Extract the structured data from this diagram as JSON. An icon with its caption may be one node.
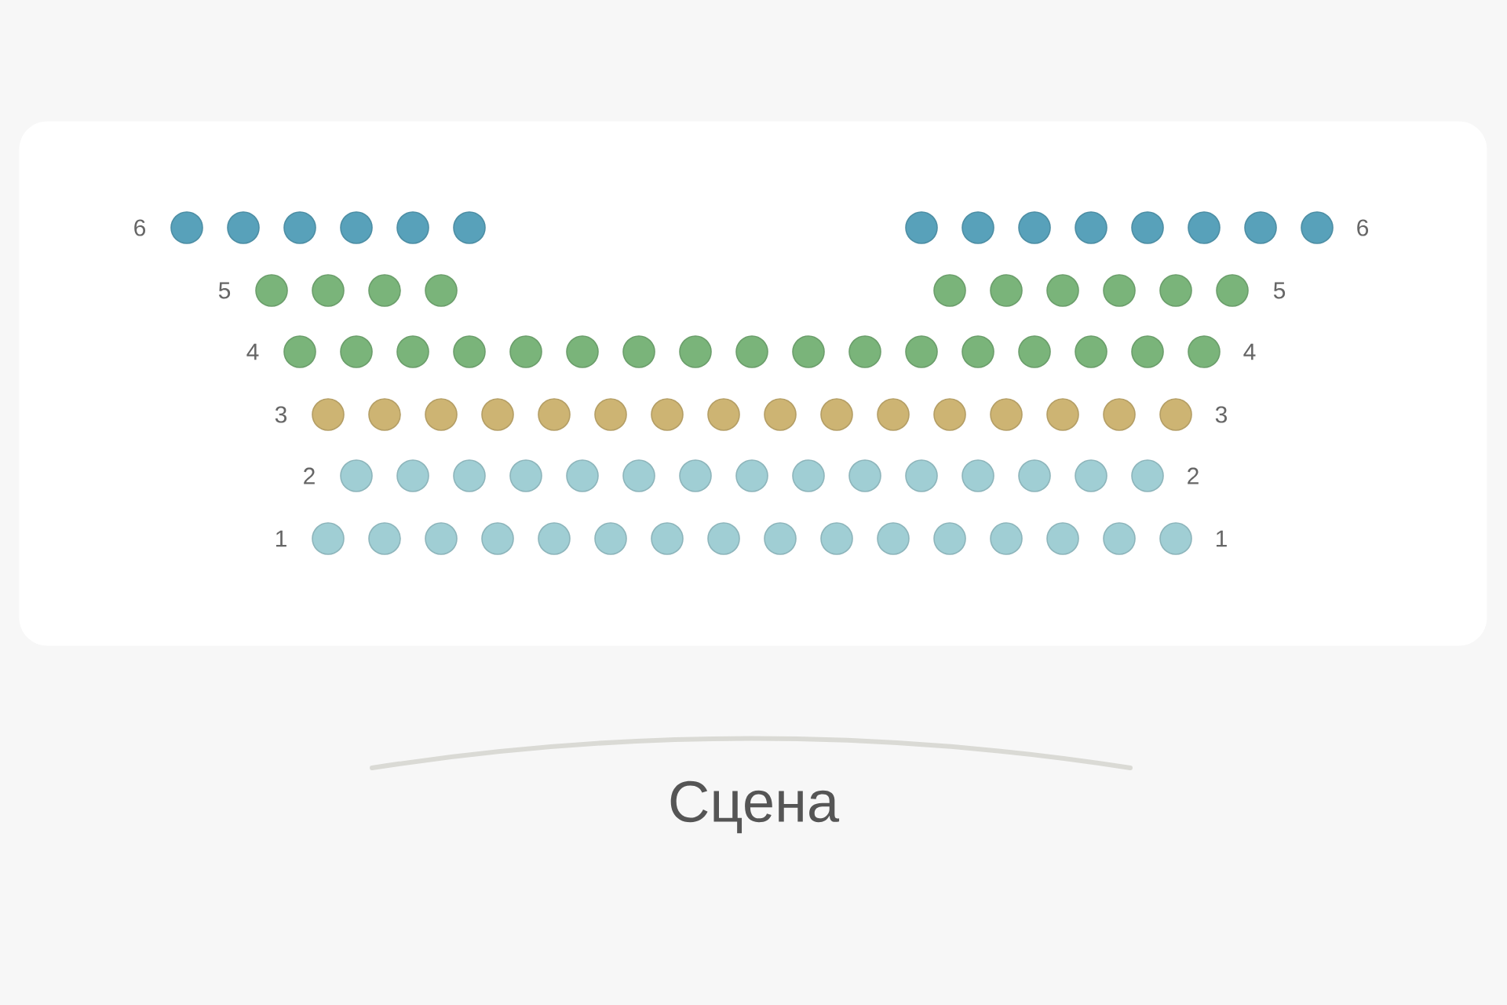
{
  "diagram": {
    "nodes": [
      {
        "text": [],
        "shape": "box"
      },
      {
        "text": [],
        "shape": "circle",
        "in": 0
      },
      {
        "text": [],
        "shape": "circle",
        "in": 0
      },
      {
        "text": [],
        "shape": "circle",
        "in": 0
      },
      {
        "text": [],
        "shape": "circle",
        "in": 0
      },
      {
        "text": [],
        "shape": "circle",
        "in": 0
      },
      {
        "text": [],
        "shape": "circle",
        "in": 0
      },
      {
        "text": [],
        "shape": "circle",
        "in": 0
      },
      {
        "text": [],
        "shape": "circle",
        "in": 0
      },
      {
        "text": [],
        "shape": "circle",
        "in": 0
      },
      {
        "text": [],
        "shape": "circle",
        "in": 0
      },
      {
        "text": [],
        "shape": "circle",
        "in": 0
      },
      {
        "text": [],
        "shape": "circle",
        "in": 0
      },
      {
        "text": [],
        "shape": "circle",
        "in": 0
      },
      {
        "text": [],
        "shape": "circle",
        "in": 0
      },
      {
        "text": [],
        "shape": "circle",
        "in": 0
      },
      {
        "text": [],
        "shape": "circle",
        "in": 0
      },
      {
        "text": [],
        "shape": "circle",
        "in": 0
      },
      {
        "text": [],
        "shape": "circle",
        "in": 0
      },
      {
        "text": [],
        "shape": "circle",
        "in": 0
      },
      {
        "text": [],
        "shape": "circle",
        "in": 0
      },
      {
        "text": [],
        "shape": "circle",
        "in": 0
      },
      {
        "text": [],
        "shape": "circle",
        "in": 0
      },
      {
        "text": [],
        "shape": "circle",
        "in": 0
      },
      {
        "text": [],
        "shape": "circle",
        "in": 0
      },
      {
        "text": [],
        "shape": "circle",
        "in": 0
      },
      {
        "text": [],
        "shape": "circle",
        "in": 0
      },
      {
        "text": [],
        "shape": "circle",
        "in": 0
      },
      {
        "text": [],
        "shape": "circle",
        "in": 0
      },
      {
        "text": [],
        "shape": "circle",
        "in": 0
      },
      {
        "text": [],
        "shape": "circle",
        "in": 0
      },
      {
        "text": [],
        "shape": "circle",
        "in": 0
      },
      {
        "text": [],
        "shape": "circle",
        "in": 0
      },
      {
        "text": [],
        "shape": "circle",
        "in": 0
      },
      {
        "text": [],
        "shape": "circle",
        "in": 0
      },
      {
        "text": [],
        "shape": "circle",
        "in": 0
      },
      {
        "text": [],
        "shape": "circle",
        "in": 0
      },
      {
        "text": [],
        "shape": "circle",
        "in": 0
      },
      {
        "text": [],
        "shape": "circle",
        "in": 0
      },
      {
        "text": [],
        "shape": "circle",
        "in": 0
      },
      {
        "text": [],
        "shape": "circle",
        "in": 0
      },
      {
        "text": [],
        "shape": "circle",
        "in": 0
      },
      {
        "text": [],
        "shape": "circle",
        "in": 0
      },
      {
        "text": [],
        "shape": "circle",
        "in": 0
      },
      {
        "text": [],
        "shape": "circle",
        "in": 0
      },
      {
        "text": [],
        "shape": "circle",
        "in": 0
      },
      {
        "text": [],
        "shape": "circle",
        "in": 0
      },
      {
        "text": [],
        "shape": "circle",
        "in": 0
      },
      {
        "text": [],
        "shape": "circle",
        "in": 0
      },
      {
        "text": [],
        "shape": "circle",
        "in": 0
      },
      {
        "text": [],
        "shape": "circle",
        "in": 0
      },
      {
        "text": [],
        "shape": "circle",
        "in": 0
      },
      {
        "text": [],
        "shape": "circle",
        "in": 0
      },
      {
        "text": [],
        "shape": "circle",
        "in": 0
      },
      {
        "text": [],
        "shape": "circle",
        "in": 0
      },
      {
        "text": [],
        "shape": "circle",
        "in": 0
      },
      {
        "text": [],
        "shape": "circle",
        "in": 0
      },
      {
        "text": [],
        "shape": "circle",
        "in": 0
      },
      {
        "text": [],
        "shape": "circle",
        "in": 0
      },
      {
        "text": [],
        "shape": "circle",
        "in": 0
      },
      {
        "text": [],
        "shape": "circle",
        "in": 0
      },
      {
        "text": [],
        "shape": "circle",
        "in": 0
      },
      {
        "text": [],
        "shape": "circle",
        "in": 0
      },
      {
        "text": [],
        "shape": "circle",
        "in": 0
      },
      {
        "text": [],
        "shape": "circle",
        "in": 0
      },
      {
        "text": [],
        "shape": "circle",
        "in": 0
      },
      {
        "text": [],
        "shape": "circle",
        "in": 0
      },
      {
        "text": [],
        "shape": "circle",
        "in": 0
      },
      {
        "text": [],
        "shape": "circle",
        "in": 0
      },
      {
        "text": [],
        "shape": "circle",
        "in": 0
      },
      {
        "text": [],
        "shape": "circle",
        "in": 0
      },
      {
        "text": [],
        "shape": "circle",
        "in": 0
      },
      {
        "text": [],
        "shape": "circle",
        "in": 0
      },
      {
        "text": [],
        "shape": "circle",
        "in": 0
      },
      {
        "text": [],
        "shape": "circle",
        "in": 0
      },
      {
        "text": [],
        "shape": "circle",
        "in": 0
      },
      {
        "text": [],
        "shape": "circle",
        "in": 0
      },
      {
        "text": [],
        "shape": "circle",
        "in": 0
      },
      {
        "text": [],
        "shape": "circle",
        "in": 0
      },
      {
        "text": [],
        "shape": "circle",
        "in": 0
      },
      {
        "text": [],
        "shape": "circle",
        "in": 0
      },
      {
        "text": [],
        "shape": "circle",
        "in": 0
      },
      {
        "text": [],
        "shape": "circle",
        "in": 0
      },
      {
        "text": [],
        "shape": "circle",
        "in": 0
      },
      {
        "text": [],
        "shape": "circle",
        "in": 0
      },
      {
        "text": [],
        "shape": "circle",
        "in": 0
      },
      {
        "text": [],
        "shape": "circle",
        "in": 0
      },
      {
        "text": [],
        "shape": "circle",
        "in": 0
      },
      {
        "text": [],
        "shape": "circle",
        "in": 0
      }
    ],
    "labels": [
      "6",
      "6",
      "5",
      "5",
      "4",
      "4",
      "3",
      "3",
      "2",
      "2",
      "1",
      "1",
      "Сцена"
    ]
  }
}
